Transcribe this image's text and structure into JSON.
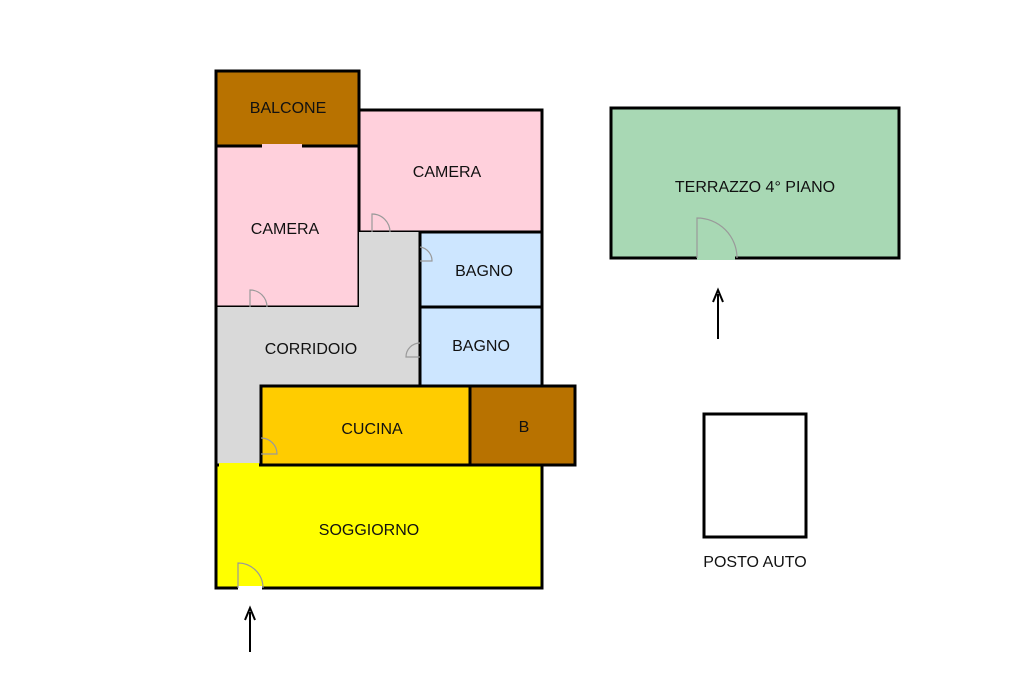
{
  "colors": {
    "balcony": "#b87200",
    "bedroom": "#ffd0dc",
    "bathroom": "#cde6ff",
    "corridor": "#d9d9d9",
    "kitchen": "#ffcc00",
    "living": "#ffff00",
    "terrace": "#a8d8b4",
    "parking": "#ffffff",
    "wall": "#000000"
  },
  "rooms": {
    "balcone": "BALCONE",
    "camera_top": "CAMERA",
    "camera_left": "CAMERA",
    "bagno_1": "BAGNO",
    "bagno_2": "BAGNO",
    "corridoio": "CORRIDOIO",
    "cucina": "CUCINA",
    "b": "B",
    "soggiorno": "SOGGIORNO",
    "terrazzo": "TERRAZZO 4° PIANO",
    "posto_auto": "POSTO AUTO"
  }
}
